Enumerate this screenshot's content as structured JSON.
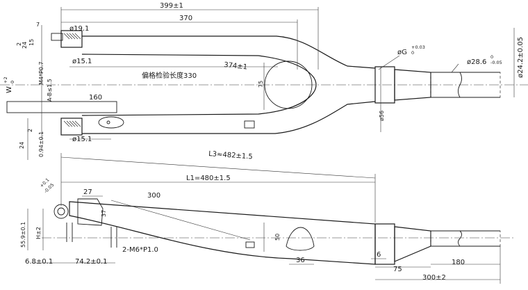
{
  "dims": {
    "d399": "399±1",
    "d370": "370",
    "d_phi19": "ø19.1",
    "d7": "7",
    "d2a": "2",
    "d24a": "24",
    "d15": "15",
    "d_m4": "M4*P0.7",
    "d_w": "W",
    "d_w_tol": "+2",
    "d_w_tol2": "0",
    "d_a": "A-B≤1.5",
    "d_phi15a": "ø15.1",
    "d374": "374±1",
    "d75": "75",
    "d_check": "偏格检验长度330",
    "d_g": "øG",
    "d_g_tol": "+0.03",
    "d_g_tol2": "0",
    "d_phi286": "ø28.6",
    "d_phi286_tol": "0",
    "d_phi286_tol2": "-0.05",
    "d_phi242": "ø24.2±0.05",
    "d_phi56": "ø56",
    "d160": "160",
    "d2b": "2",
    "d24b": "24",
    "d_094": "0.94±0.1",
    "d_phi15b": "ø15.1",
    "d_l3": "L3≈482±1.5",
    "d_l1": "L1=480±1.5",
    "d_tol_angle": "+0.1",
    "d_tol_angle2": "-0.05",
    "d27": "27",
    "d300": "300",
    "d37": "37",
    "d559": "55.9±0.1",
    "d_h": "H±2",
    "d50": "50",
    "d_m6": "2-M6*P1.0",
    "d68": "6.8±0.1",
    "d742": "74.2±0.1",
    "d36": "36",
    "d6": "6",
    "d75b": "75",
    "d180": "180",
    "d300b": "300±2"
  }
}
